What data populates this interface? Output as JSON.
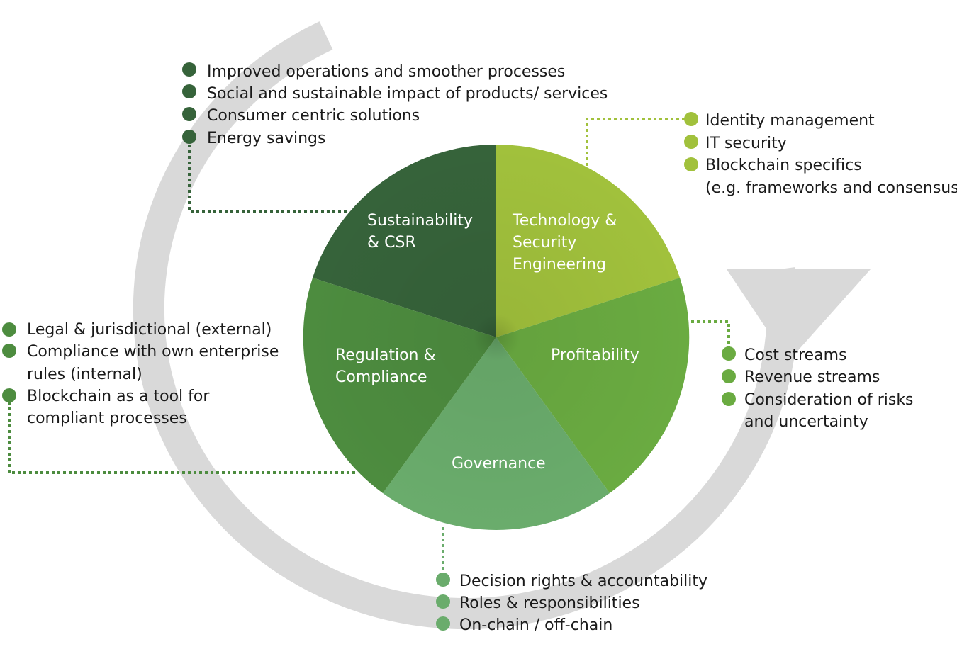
{
  "colors": {
    "cycle_arrow": "#d9d9d9",
    "sustainability": "#36633a",
    "technology": "#a1c13c",
    "profitability": "#6aab41",
    "governance": "#6aac6c",
    "regulation": "#4d8c3f"
  },
  "segments": [
    {
      "key": "sustainability",
      "label_lines": [
        "Sustainability",
        "& CSR"
      ]
    },
    {
      "key": "technology",
      "label_lines": [
        "Technology &",
        "Security",
        "Engineering"
      ]
    },
    {
      "key": "profitability",
      "label_lines": [
        "Profitability"
      ]
    },
    {
      "key": "governance",
      "label_lines": [
        "Governance"
      ]
    },
    {
      "key": "regulation",
      "label_lines": [
        "Regulation &",
        "Compliance"
      ]
    }
  ],
  "groups": {
    "sustainability": {
      "items": [
        "Improved operations and smoother processes",
        "Social and sustainable impact of products/ services",
        "Consumer centric solutions",
        "Energy savings"
      ]
    },
    "technology": {
      "items": [
        "Identity management",
        "IT security",
        "Blockchain specifics",
        "(e.g. frameworks and consensus)"
      ]
    },
    "profitability": {
      "items": [
        "Cost streams",
        "Revenue streams",
        "Consideration of risks",
        "and uncertainty"
      ]
    },
    "governance": {
      "items": [
        "Decision rights & accountability",
        "Roles & responsibilities",
        "On-chain / off-chain"
      ]
    },
    "regulation": {
      "items": [
        "Legal & jurisdictional (external)",
        "Compliance with own enterprise",
        "rules (internal)",
        "Blockchain as a tool for",
        "compliant processes"
      ]
    }
  }
}
